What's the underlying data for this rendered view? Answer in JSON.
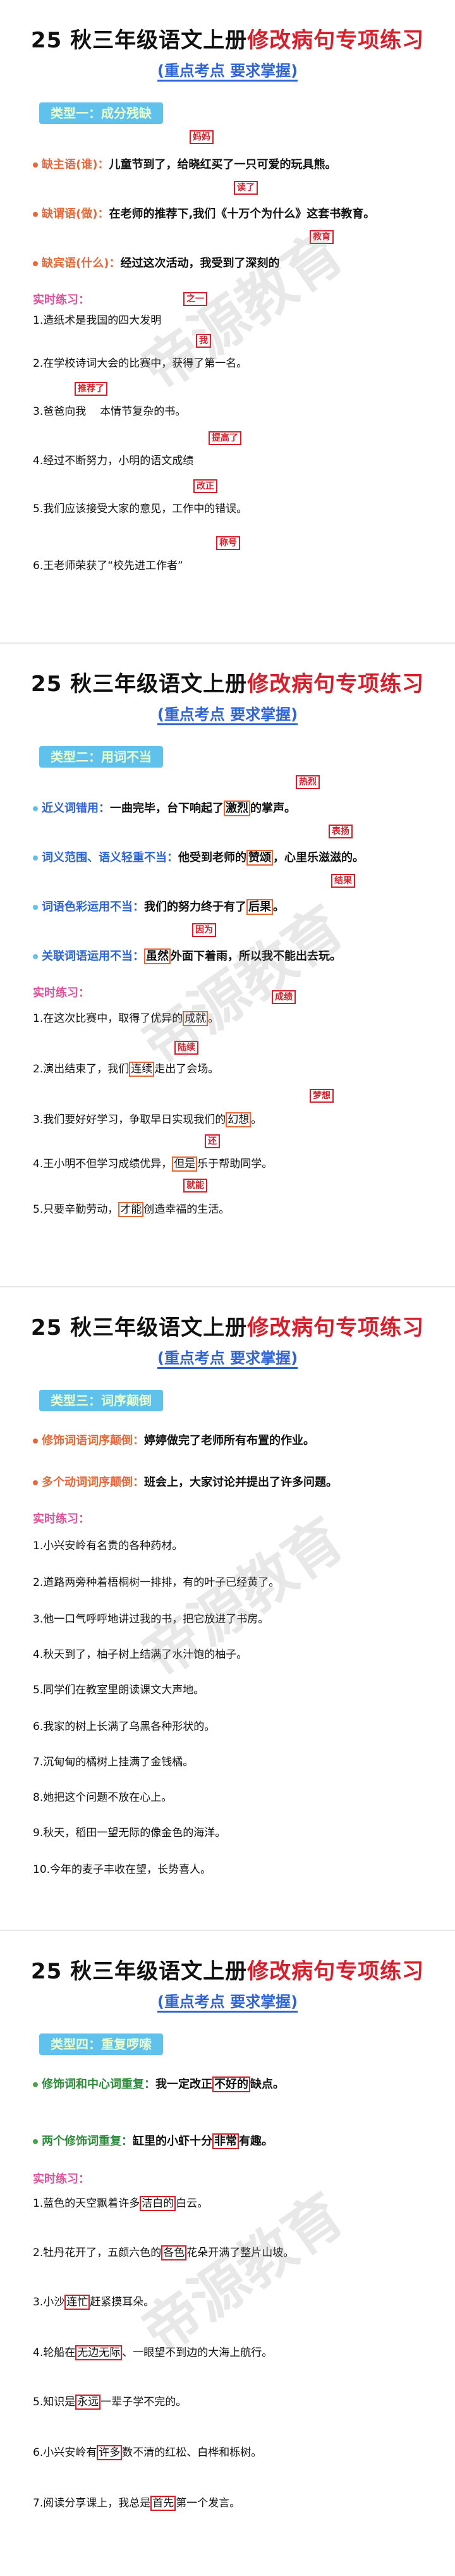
{
  "s1": {
    "title_black": "25 秋三年级语文上册",
    "title_red": "修改病句专项练习",
    "subtitle": "(重点考点  要求掌握)",
    "type": "类型一：成分残缺",
    "eg1_lab": "缺主语(谁)：",
    "eg1_text": "儿童节到了，给晓红买了一只可爱的玩具熊。",
    "eg1_mark": "妈妈",
    "eg2_lab": "缺谓语(做)：",
    "eg2_text": "在老师的推荐下,我们《十万个为什么》这套书教育。",
    "eg2_mark": "读了",
    "eg3_lab": "缺宾语(什么)：",
    "eg3_text": "经过这次活动，我受到了深刻的",
    "eg3_mark": "教育",
    "prac": "实时练习：",
    "q1": "1.造纸术是我国的四大发明",
    "q1m": "之一",
    "q2": "2.在学校诗词大会的比赛中，获得了第一名。",
    "q2m": "我",
    "q3": "3.爸爸向我",
    "q3b": "本情节复杂的书。",
    "q3m": "推荐了",
    "q4": "4.经过不断努力，小明的语文成绩",
    "q4m": "提高了",
    "q5": "5.我们应该接受大家的意见，工作中的错误。",
    "q5m": "改正",
    "q6": "6.王老师荣获了“校先进工作者”",
    "q6m": "称号"
  },
  "s2": {
    "title_black": "25 秋三年级语文上册",
    "title_red": "修改病句专项练习",
    "subtitle": "(重点考点  要求掌握)",
    "type": "类型二：用词不当",
    "eg1_lab": "近义词错用：",
    "eg1_a": "一曲完毕，台下响起了",
    "eg1_box": "激烈",
    "eg1_b": "的掌声。",
    "eg1_mark": "热烈",
    "eg2_lab": "词义范围、语义轻重不当：",
    "eg2_a": "他受到老师的",
    "eg2_box": "赞颂",
    "eg2_b": "，心里乐滋滋的。",
    "eg2_mark": "表扬",
    "eg3_lab": "词语色彩运用不当：",
    "eg3_a": "我们的努力终于有了",
    "eg3_box": "后果",
    "eg3_b": "。",
    "eg3_mark": "结果",
    "eg4_lab": "关联词语运用不当：",
    "eg4_box": "虽然",
    "eg4_b": "外面下着雨，所以我不能出去玩。",
    "eg4_mark": "因为",
    "prac": "实时练习：",
    "q1a": "1.在这次比赛中，取得了优异的",
    "q1box": "成就",
    "q1b": "。",
    "q1m": "成绩",
    "q2a": "2.演出结束了，我们",
    "q2box": "连续",
    "q2b": "走出了会场。",
    "q2m": "陆续",
    "q3a": "3.我们要好好学习，争取早日实现我们的",
    "q3box": "幻想",
    "q3b": "。",
    "q3m": "梦想",
    "q4a": "4.王小明不但学习成绩优异，",
    "q4box": "但是",
    "q4b": "乐于帮助同学。",
    "q4m": "还",
    "q5a": "5.只要辛勤劳动，",
    "q5box": "才能",
    "q5b": "创造幸福的生活。",
    "q5m": "就能"
  },
  "s3": {
    "title_black": "25 秋三年级语文上册",
    "title_red": "修改病句专项练习",
    "subtitle": "(重点考点  要求掌握)",
    "type": "类型三：词序颠倒",
    "eg1_lab": "修饰词语词序颠倒：",
    "eg1_text": "婷婷做完了老师所有布置的作业。",
    "eg2_lab": "多个动词词序颠倒：",
    "eg2_text": "班会上，大家讨论并提出了许多问题。",
    "prac": "实时练习：",
    "q1": "1.小兴安岭有名贵的各种药材。",
    "q2": "2.道路两旁种着梧桐树一排排，有的叶子已经黄了。",
    "q3": "3.他一口气呼呼地讲过我的书，把它放进了书房。",
    "q4": "4.秋天到了，柚子树上结满了水汁饱的柚子。",
    "q5": "5.同学们在教室里朗读课文大声地。",
    "q6": "6.我家的树上长满了乌黑各种形状的。",
    "q7": "7.沉甸甸的橘树上挂满了金钱橘。",
    "q8": "8.她把这个问题不放在心上。",
    "q9": "9.秋天，稻田一望无际的像金色的海洋。",
    "q10": "10.今年的麦子丰收在望，长势喜人。"
  },
  "s4": {
    "title_black": "25 秋三年级语文上册",
    "title_red": "修改病句专项练习",
    "subtitle": "(重点考点  要求掌握)",
    "type": "类型四：重复啰嗦",
    "eg1_lab": "修饰词和中心词重复：",
    "eg1_a": "我一定改正",
    "eg1_box": "不好的",
    "eg1_b": "缺点。",
    "eg2_lab": "两个修饰词重复：",
    "eg2_a": "缸里的小虾十分",
    "eg2_box": "非常",
    "eg2_b": "有趣。",
    "prac": "实时练习：",
    "q1a": "1.蓝色的天空飘着许多",
    "q1box": "洁白的",
    "q1b": "白云。",
    "q2a": "2.牡丹花开了，五颜六色的",
    "q2box": "各色",
    "q2b": "花朵开满了整片山坡。",
    "q3a": "3.小沙",
    "q3box": "连忙",
    "q3b": "赶紧摸耳朵。",
    "q4a": "4.轮船在",
    "q4box": "无边无际",
    "q4b": "、一眼望不到边的大海上航行。",
    "q5a": "5.知识是",
    "q5box": "永远",
    "q5b": "一辈子学不完的。",
    "q6a": "6.小兴安岭有",
    "q6box": "许多",
    "q6b": "数不清的红松、白桦和栎树。",
    "q7a": "7.阅读分享课上，我总是",
    "q7box": "首先",
    "q7b": "第一个发言。"
  },
  "watermark": "帝源教育",
  "colors": {
    "red": "#d81e2a",
    "blue": "#2f64d8",
    "badge": "#5fc1ec",
    "orange": "#e8683a",
    "pink": "#e54f9a"
  }
}
